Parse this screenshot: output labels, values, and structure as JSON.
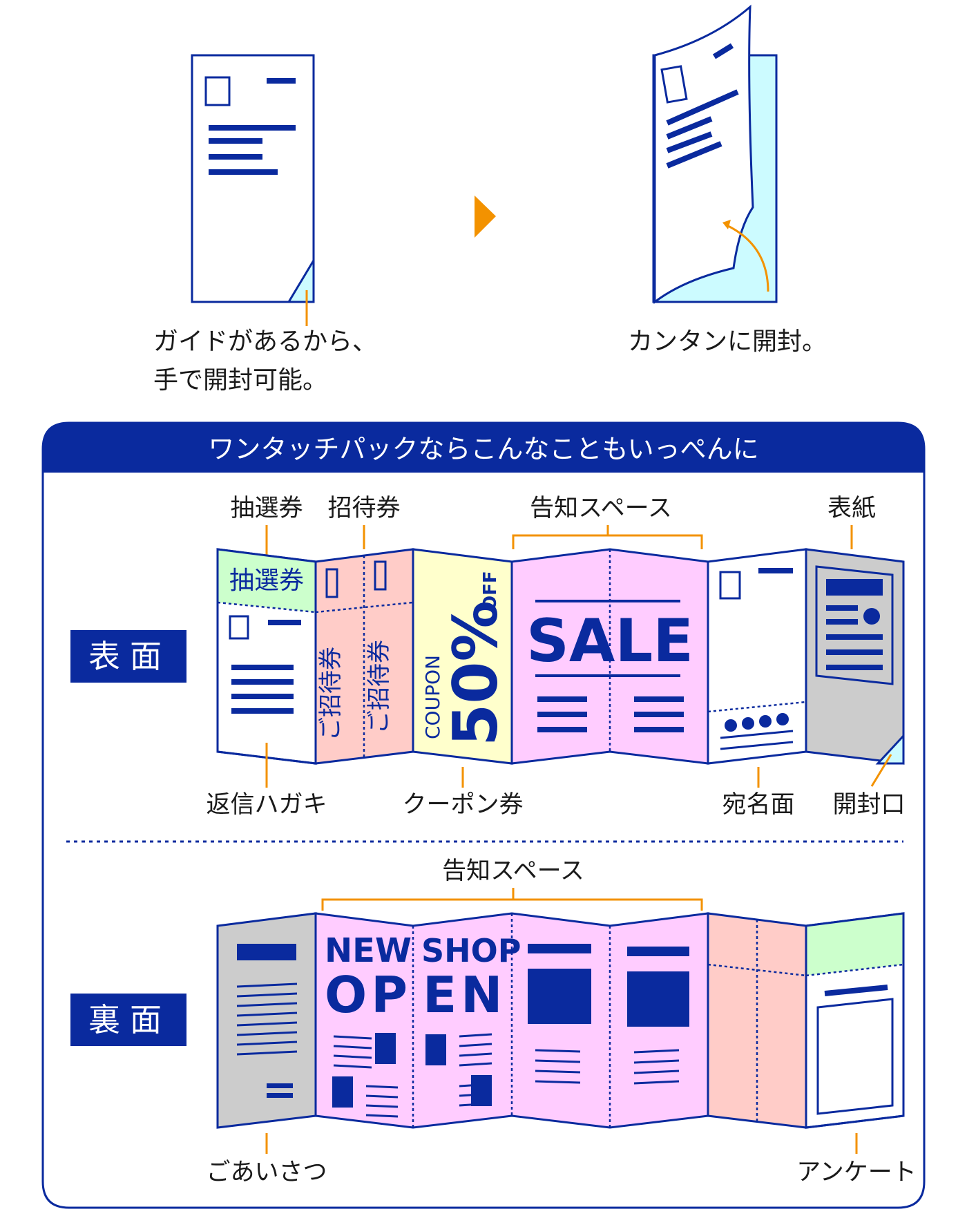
{
  "colors": {
    "navy": "#0a2a9e",
    "orange": "#f39200",
    "cyan": "#ccfbff",
    "pink": "#ffccff",
    "salmon": "#ffccc8",
    "yellow": "#ffffcc",
    "green": "#ccffcc",
    "gray": "#cccccc"
  },
  "steps": {
    "left_caption_line1": "ガイドがあるから、",
    "left_caption_line2": "手で開封可能。",
    "right_caption": "カンタンに開封。",
    "arrow_icon": "play-triangle-icon"
  },
  "panel": {
    "title": "ワンタッチパックならこんなこともいっぺんに",
    "front": {
      "side_label": "表面",
      "top_labels": {
        "lottery": "抽選券",
        "invitation": "招待券",
        "notice": "告知スペース",
        "cover": "表紙"
      },
      "bottom_labels": {
        "reply_postcard": "返信ハガキ",
        "coupon": "クーポン券",
        "address": "宛名面",
        "opening": "開封口"
      },
      "art": {
        "lottery_text": "抽選券",
        "invitation_text": "ご招待券",
        "coupon_word": "COUPON",
        "coupon_big": "50%",
        "coupon_off": "OFF",
        "sale": "SALE"
      }
    },
    "back": {
      "side_label": "裏面",
      "top_labels": {
        "notice": "告知スペース"
      },
      "bottom_labels": {
        "greeting": "ごあいさつ",
        "survey": "アンケート"
      },
      "art": {
        "new": "NEW",
        "shop": "SHOP",
        "open_left": "OP",
        "open_right": "EN"
      }
    }
  }
}
